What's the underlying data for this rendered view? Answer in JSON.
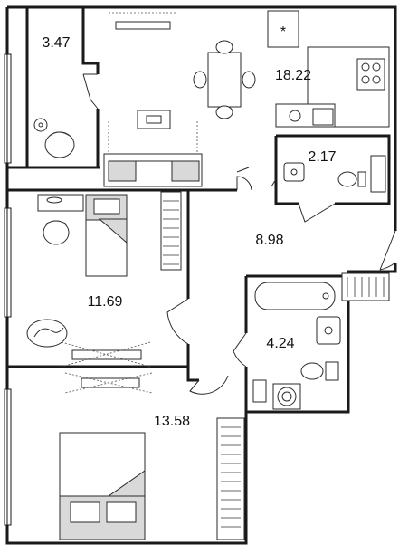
{
  "plan": {
    "rooms": [
      {
        "id": "balcony",
        "area": "3.47"
      },
      {
        "id": "kitchen-living",
        "area": "18.22"
      },
      {
        "id": "wc",
        "area": "2.17"
      },
      {
        "id": "hall",
        "area": "8.98"
      },
      {
        "id": "bedroom-small",
        "area": "11.69"
      },
      {
        "id": "bathroom",
        "area": "4.24"
      },
      {
        "id": "bedroom-large",
        "area": "13.58"
      }
    ],
    "icons": {
      "fridge_mark": "*"
    }
  }
}
